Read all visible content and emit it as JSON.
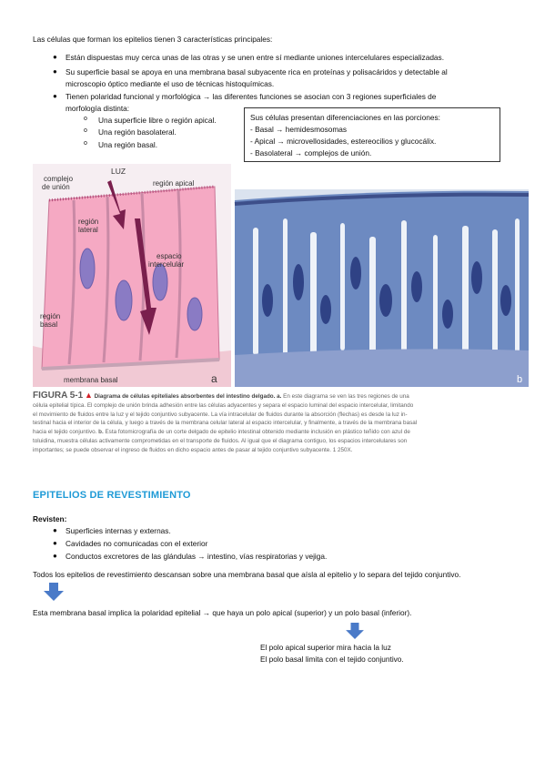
{
  "intro": "Las células que forman los epitelios tienen 3 características principales:",
  "bullets": [
    "Están dispuestas muy cerca unas de las otras y se unen entre sí mediante uniones intercelulares especializadas.",
    "Su superficie basal se apoya en una membrana basal subyacente rica en proteínas y polisacáridos y detectable al",
    "microscopio óptico mediante el uso de técnicas histoquímicas.",
    "Tienen polaridad funcional y morfológica → las diferentes funciones se asocian con 3 regiones superficiales de",
    "morfología distinta:"
  ],
  "subbullets": [
    "Una superficie libre o región apical.",
    "Una región basolateral.",
    "Una región basal."
  ],
  "box_lines": [
    "Sus células presentan diferenciaciones en las porciones:",
    "- Basal → hemidesmosomas",
    "- Apical → microvellosidades, estereocilios y glucocálix.",
    "- Basolateral → complejos de unión."
  ],
  "diagram_labels": {
    "complejo": "complejo",
    "de_union": "de unión",
    "luz": "LUZ",
    "region_apical": "región apical",
    "region": "región",
    "lateral": "lateral",
    "espacio": "espacio",
    "intercelular": "intercelular",
    "region2": "región",
    "basal": "basal",
    "membrana_basal": "membrana basal",
    "a": "a",
    "b": "b"
  },
  "caption": {
    "title": "FIGURA 5-1",
    "title_rest": "Diagrama de células epiteliales absorbentes del intestino delgado. a.",
    "lines": [
      "En este diagrama se ven las tres regiones de una",
      "célula epitelial típica. El complejo de unión brinda adhesión entre las células adyacentes y separa el espacio luminal del espacio intercelular, limitando",
      "el movimiento de fluidos entre la luz y el tejido conjuntivo subyacente. La vía intracelular de fluidos durante la absorción (flechas) es desde la luz in-",
      "testinal hacia el interior de la célula, y luego a través de la membrana celular lateral al espacio intercelular, y finalmente, a través de la membrana basal",
      "hacia el tejido conjuntivo.",
      "Esta fotomicrografía de un corte delgado de epitelio intestinal obtenido mediante inclusión en plástico teñido con azul de",
      "toluidina, muestra células activamente comprometidas en el transporte de fluidos. Al igual que el diagrama contiguo, los espacios intercelulares son",
      "importantes; se puede observar el ingreso de fluidos en dicho espacio antes de pasar al tejido conjuntivo subyacente. 1 250X."
    ],
    "b_marker": "b."
  },
  "section_title": "EPITELIOS DE REVESTIMIENTO",
  "revisten": "Revisten:",
  "revisten_items": [
    "Superficies internas y externas.",
    "Cavidades no comunicadas con el exterior",
    "Conductos excretores de las glándulas → intestino, vías respiratorias y vejiga."
  ],
  "p1": "Todos los epitelios de revestimiento descansan sobre una membrana basal que aísla al epitelio y lo separa del tejido conjuntivo.",
  "p2": "Esta membrana basal implica la polaridad epitelial → que haya un polo apical (superior) y un polo basal (inferior).",
  "p3": "El polo apical superior mira hacia la luz",
  "p4": "El polo basal limita con el tejido conjuntivo.",
  "colors": {
    "section": "#1e9ad6",
    "arrow": "#4a7ac8",
    "caption_red": "#d32027"
  }
}
